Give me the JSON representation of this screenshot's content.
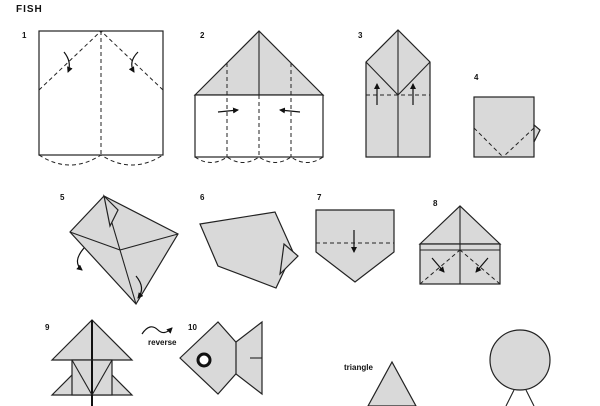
{
  "title": "FISH",
  "steps": [
    {
      "number": "1"
    },
    {
      "number": "2"
    },
    {
      "number": "3"
    },
    {
      "number": "4"
    },
    {
      "number": "5"
    },
    {
      "number": "6"
    },
    {
      "number": "7"
    },
    {
      "number": "8"
    },
    {
      "number": "9"
    },
    {
      "number": "10"
    }
  ],
  "labels": {
    "reverse": "reverse",
    "triangle": "triangle"
  }
}
